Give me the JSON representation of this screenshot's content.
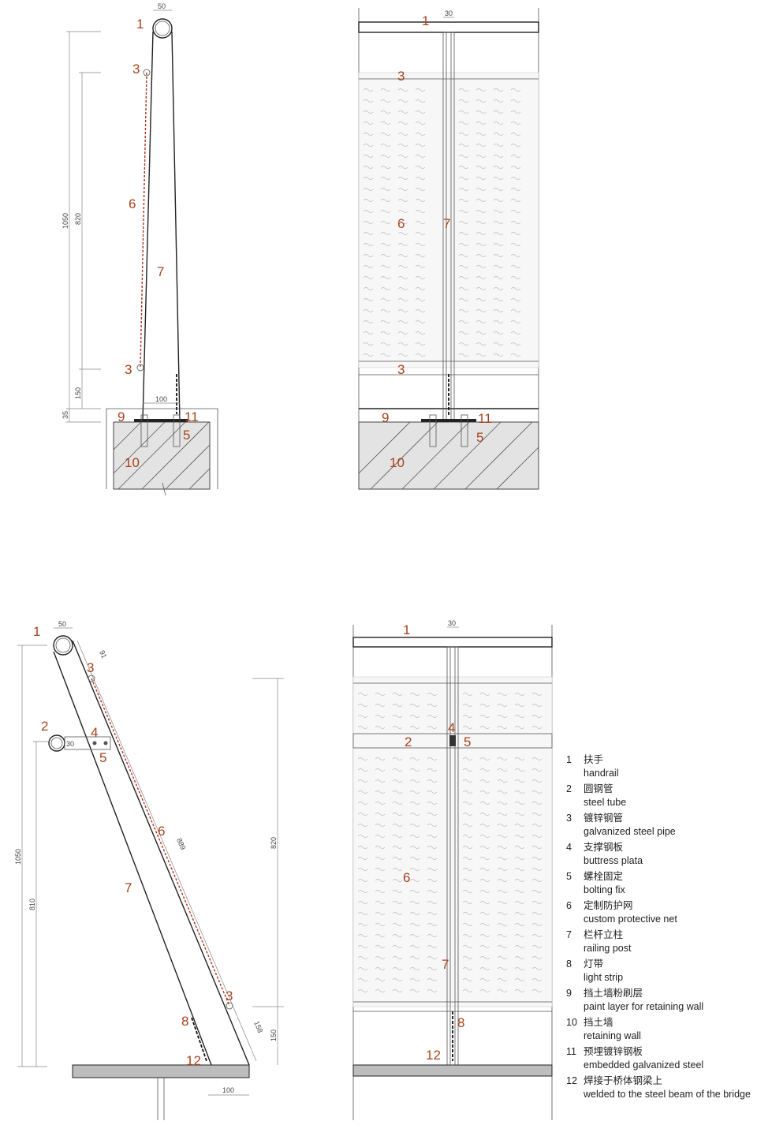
{
  "labels": {
    "n1": "1",
    "n2": "2",
    "n3": "3",
    "n4": "4",
    "n5": "5",
    "n6": "6",
    "n7": "7",
    "n8": "8",
    "n9": "9",
    "n10": "10",
    "n11": "11",
    "n12": "12"
  },
  "dimensions": {
    "d50": "50",
    "d30": "30",
    "d1050": "1050",
    "d820": "820",
    "d150": "150",
    "d35": "35",
    "d100": "100",
    "d810": "810",
    "d889": "889",
    "d91": "91",
    "d158": "158"
  },
  "legend": [
    {
      "num": "1",
      "cn": "扶手",
      "en": "handrail"
    },
    {
      "num": "2",
      "cn": "圆钢管",
      "en": "steel tube"
    },
    {
      "num": "3",
      "cn": "镀锌钢管",
      "en": "galvanized steel pipe"
    },
    {
      "num": "4",
      "cn": "支撑钢板",
      "en": "buttress plata"
    },
    {
      "num": "5",
      "cn": "螺栓固定",
      "en": "bolting  fix"
    },
    {
      "num": "6",
      "cn": "定制防护网",
      "en": "custom protective net"
    },
    {
      "num": "7",
      "cn": "栏杆立柱",
      "en": "railing post"
    },
    {
      "num": "8",
      "cn": "灯带",
      "en": "light strip"
    },
    {
      "num": "9",
      "cn": "挡土墙粉刷层",
      "en": "paint layer for retaining wall"
    },
    {
      "num": "10",
      "cn": "挡土墙",
      "en": "retaining wall"
    },
    {
      "num": "11",
      "cn": "预埋镀锌钢板",
      "en": "embedded galvanized steel"
    },
    {
      "num": "12",
      "cn": "焊接于桥体钢梁上",
      "en": "welded to the steel beam of the bridge"
    }
  ],
  "colors": {
    "label": "#a8431c",
    "line": "#222222",
    "net_dash": "#b2311e"
  }
}
